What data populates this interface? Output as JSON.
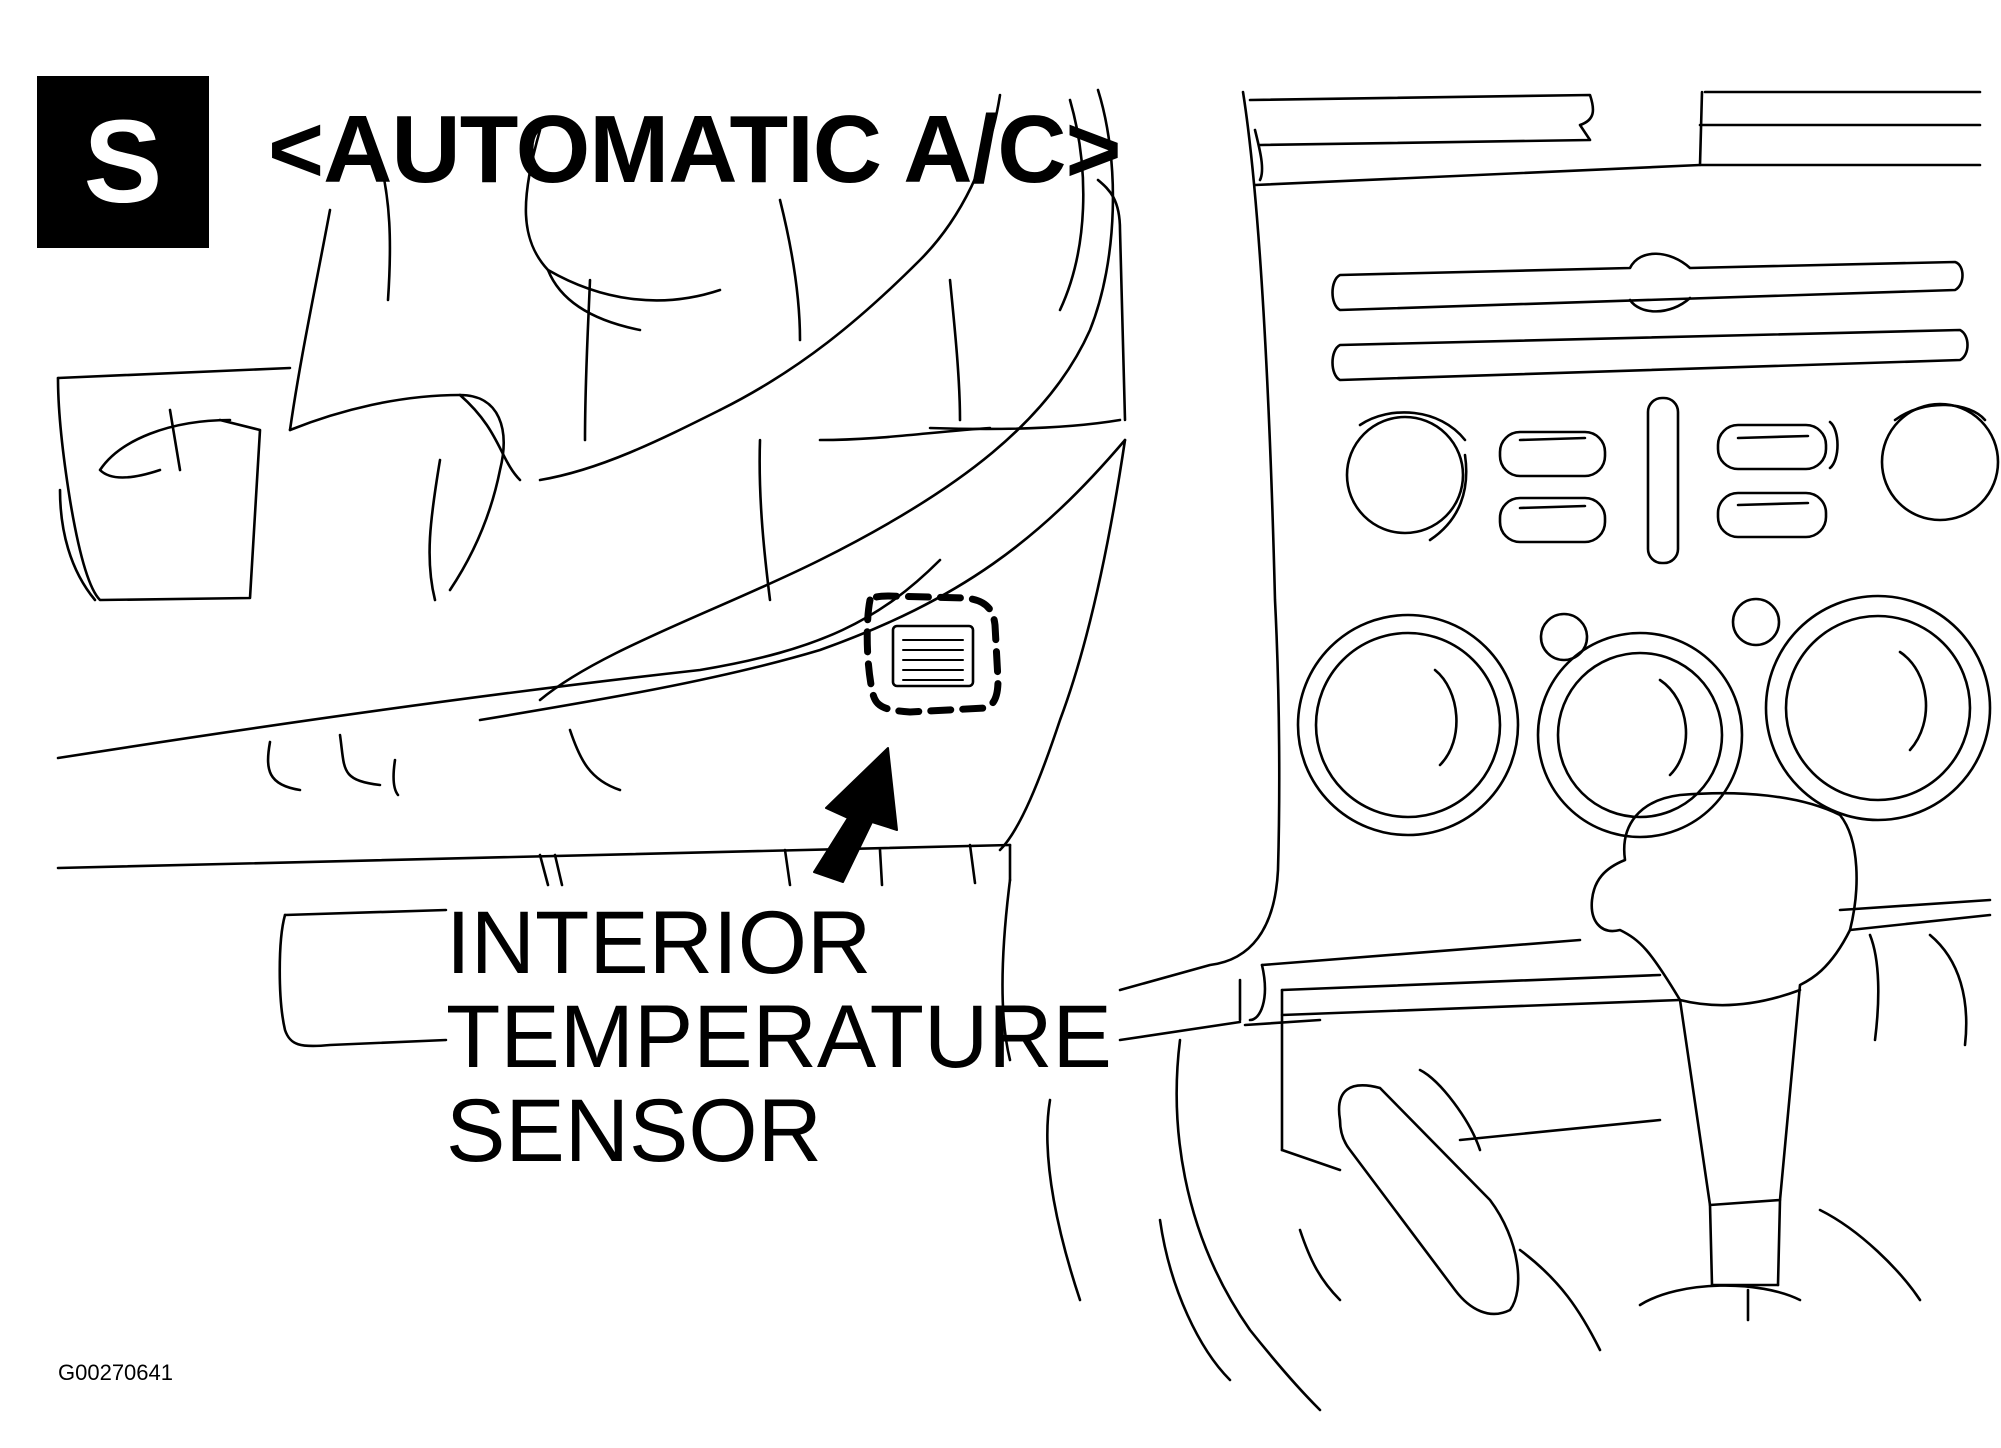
{
  "badge": {
    "letter": "S"
  },
  "title": "<AUTOMATIC A/C>",
  "callout": {
    "lines": [
      "INTERIOR",
      "TEMPERATURE",
      "SENSOR"
    ]
  },
  "figure_id": "G00270641"
}
